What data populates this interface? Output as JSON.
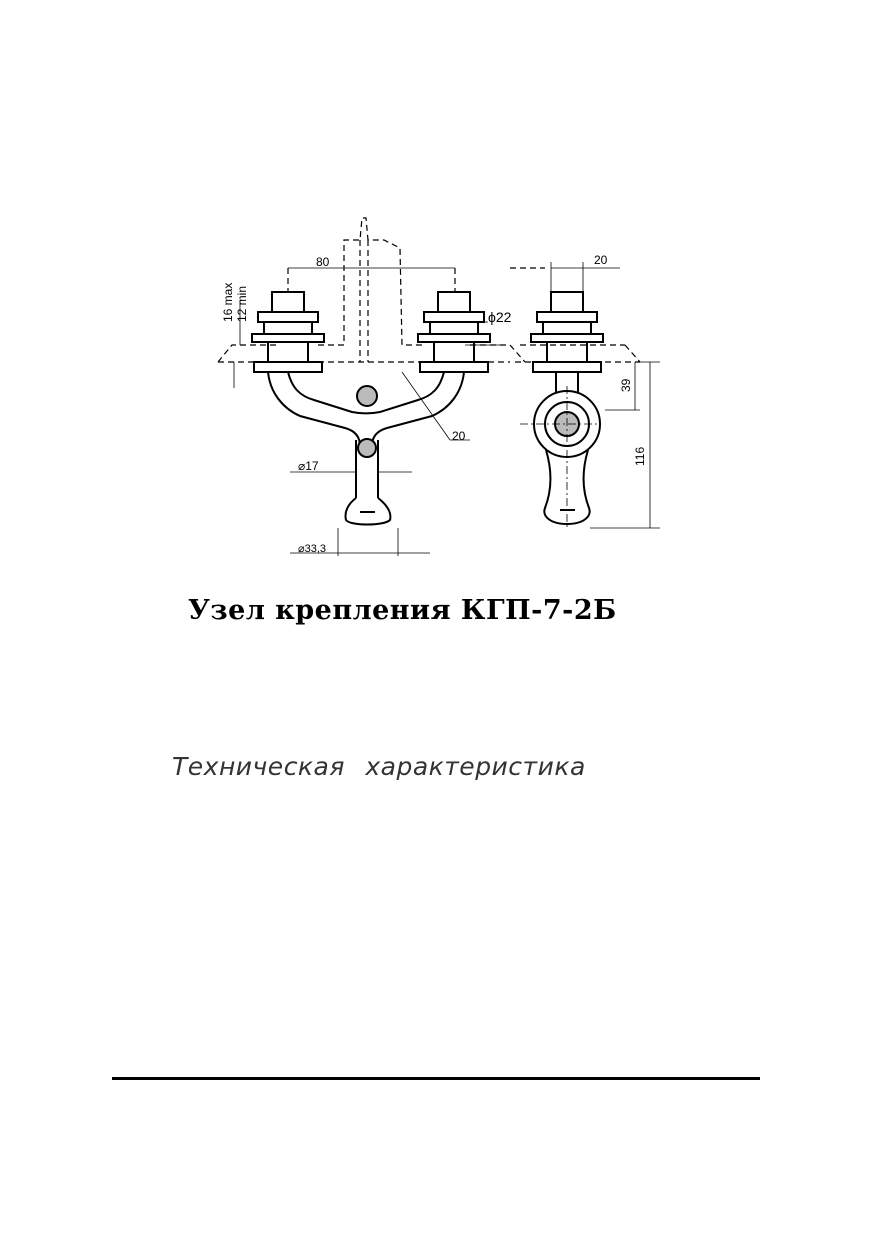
{
  "drawing": {
    "dimensions": {
      "width_80": "80",
      "height_16max": "16 max",
      "height_12min": "12 min",
      "dia_22": "ϕ22",
      "bar_20": "20",
      "dia_17": "⌀17",
      "dia_33": "⌀33,3",
      "side_20": "20",
      "side_39": "39",
      "side_116": "116"
    }
  },
  "title": "Узел крепления КГП-7-2Б",
  "subtitle": "Техническая   характеристика"
}
